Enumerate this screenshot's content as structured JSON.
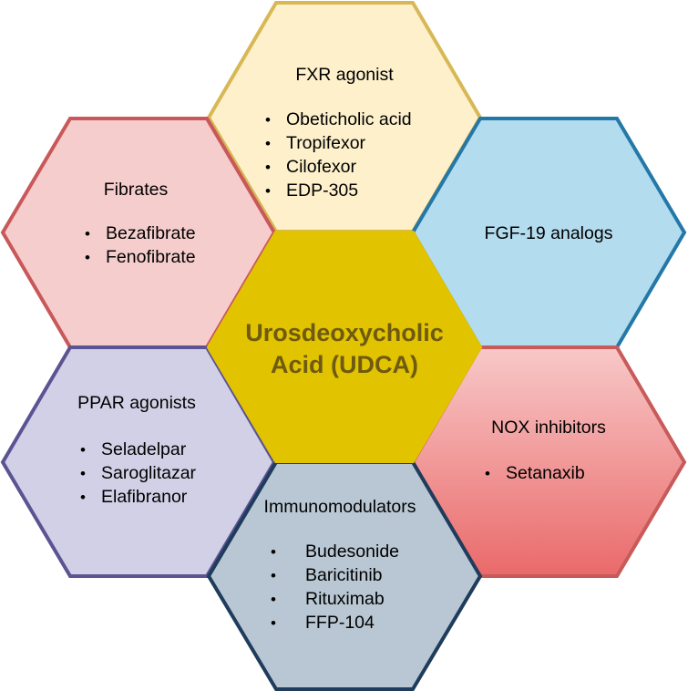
{
  "center": {
    "line1": "Urosdeoxycholic",
    "line2": "Acid (UDCA)",
    "fill": "#e2c300",
    "stroke": "#e2c300"
  },
  "hexes": {
    "fxr": {
      "title": "FXR agonist",
      "items": [
        "Obeticholic acid",
        "Tropifexor",
        "Cilofexor",
        "EDP-305"
      ],
      "fill": "#fdf0cb",
      "stroke": "#d8b855"
    },
    "fibrates": {
      "title": "Fibrates",
      "items": [
        "Bezafibrate",
        "Fenofibrate"
      ],
      "fill": "#f6cdcd",
      "stroke": "#c8585a"
    },
    "fgf19": {
      "title": "FGF-19 analogs",
      "items": [],
      "fill": "#b3dcef",
      "stroke": "#2478a8"
    },
    "ppar": {
      "title": "PPAR agonists",
      "items": [
        "Seladelpar",
        "Saroglitazar",
        "Elafibranor"
      ],
      "fill": "#d2d0e6",
      "stroke": "#5b5392"
    },
    "nox": {
      "title": "NOX inhibitors",
      "items": [
        "Setanaxib"
      ],
      "fill_top": "#f8c8c8",
      "fill_bottom": "#ea6a6a",
      "stroke": "#c85a5a"
    },
    "immuno": {
      "title": "Immunomodulators",
      "items": [
        "Budesonide",
        "Baricitinib",
        "Rituximab",
        "FFP-104"
      ],
      "fill": "#b8c7d3",
      "stroke": "#1f3c5c"
    }
  }
}
